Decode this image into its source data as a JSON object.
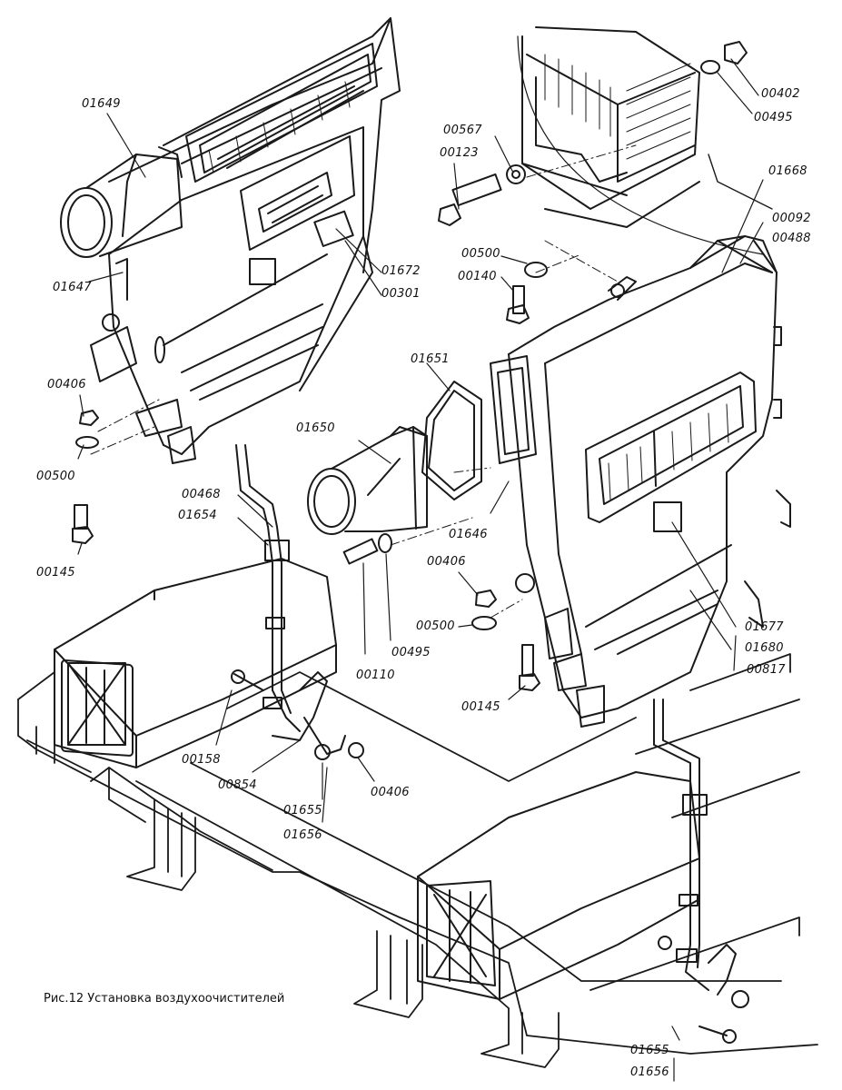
{
  "caption": "Рис.12 Установка воздухоочистителей",
  "callouts": [
    "01649",
    "00567",
    "00123",
    "00402",
    "00495",
    "01668",
    "00092",
    "00488",
    "01647",
    "01672",
    "00301",
    "00500",
    "00140",
    "00406",
    "00500",
    "01651",
    "01650",
    "00145",
    "00468",
    "01654",
    "01646",
    "00406",
    "00500",
    "00110",
    "00495",
    "01677",
    "01680",
    "00817",
    "00145",
    "00158",
    "00854",
    "00406",
    "01655",
    "01656",
    "01655",
    "01656"
  ],
  "colors": {
    "ink": "#1a1a1a",
    "paper": "#ffffff"
  }
}
